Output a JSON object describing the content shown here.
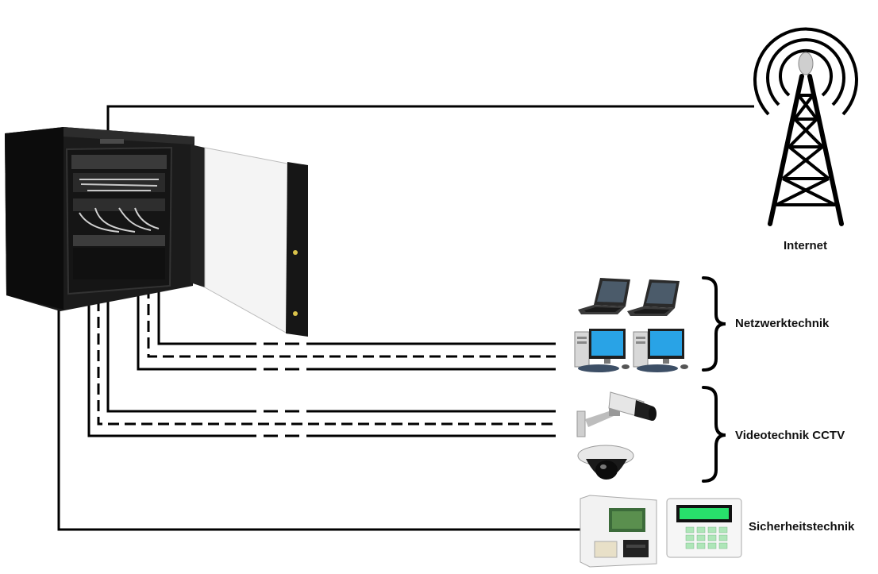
{
  "labels": {
    "internet": "Internet",
    "netzwerk": "Netzwerktechnik",
    "video": "Videotechnik CCTV",
    "sicherheit": "Sicherheitstechnik"
  },
  "icons": {
    "rack": "server-rack-icon",
    "tower": "radio-tower-icon",
    "laptop": "laptop-icon",
    "desktop": "desktop-computer-icon",
    "camera": "cctv-camera-icon",
    "dome": "dome-camera-icon",
    "alarm_panel": "alarm-control-panel-icon",
    "keypad": "alarm-keypad-icon"
  },
  "colors": {
    "rack": "#1a1a1a",
    "screen": "#29a3e6",
    "line": "#000000",
    "keypad_screen": "#28e06b"
  }
}
